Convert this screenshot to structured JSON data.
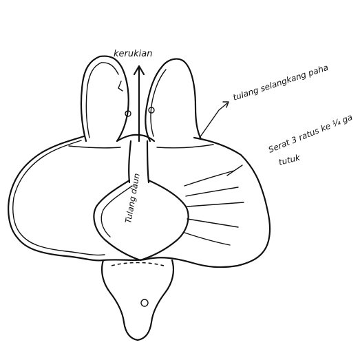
{
  "labels": {
    "top": "kerukian",
    "bone": "tulang selangkang paha",
    "fiber_line1": "Serat 3 ratus ke ¼ ga",
    "fiber_line2": "tutuk",
    "center": "Tulang daun"
  },
  "colors": {
    "ink": "#111111",
    "paper": "#ffffff"
  }
}
